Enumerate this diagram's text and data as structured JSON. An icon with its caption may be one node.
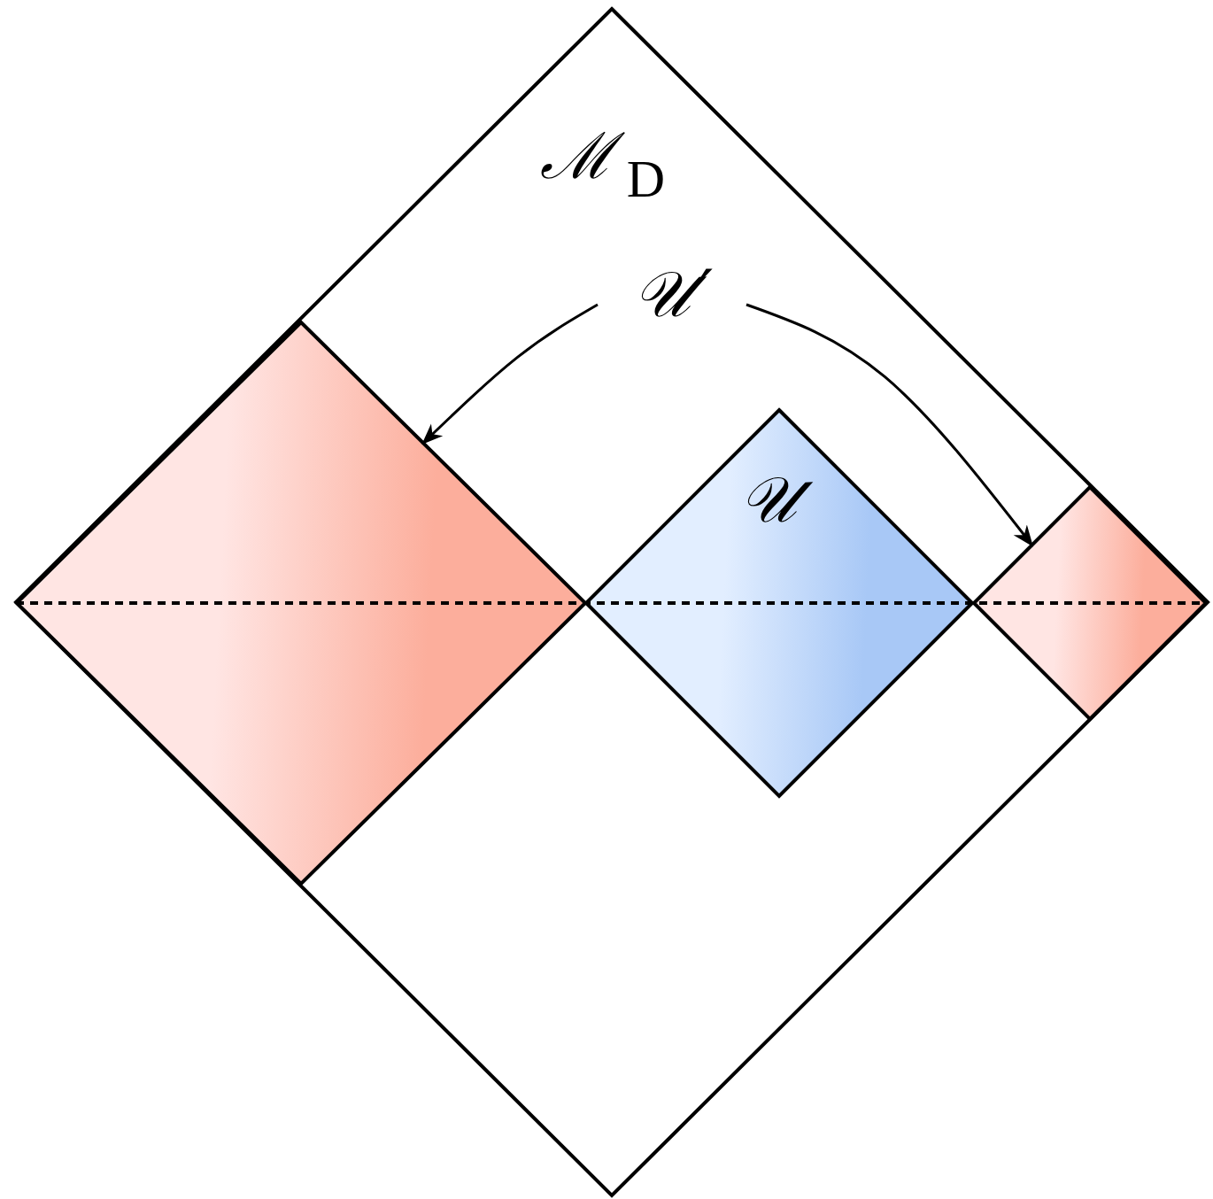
{
  "diagram": {
    "nodes": [
      {
        "text": [
          "ℳ$_{D}$"
        ]
      },
      {
        "text": [
          "𝒰′"
        ],
        "in": 0
      },
      {
        "text": [],
        "shape": "diamond",
        "in": 0
      },
      {
        "text": [
          "𝒰"
        ],
        "in": 0
      },
      {
        "text": [],
        "shape": "diamond",
        "in": 0
      }
    ],
    "edges": [
      {
        "from": 1,
        "to": 2,
        "arrow": "to"
      },
      {
        "from": 1,
        "to": 4,
        "arrow": "to"
      }
    ]
  }
}
